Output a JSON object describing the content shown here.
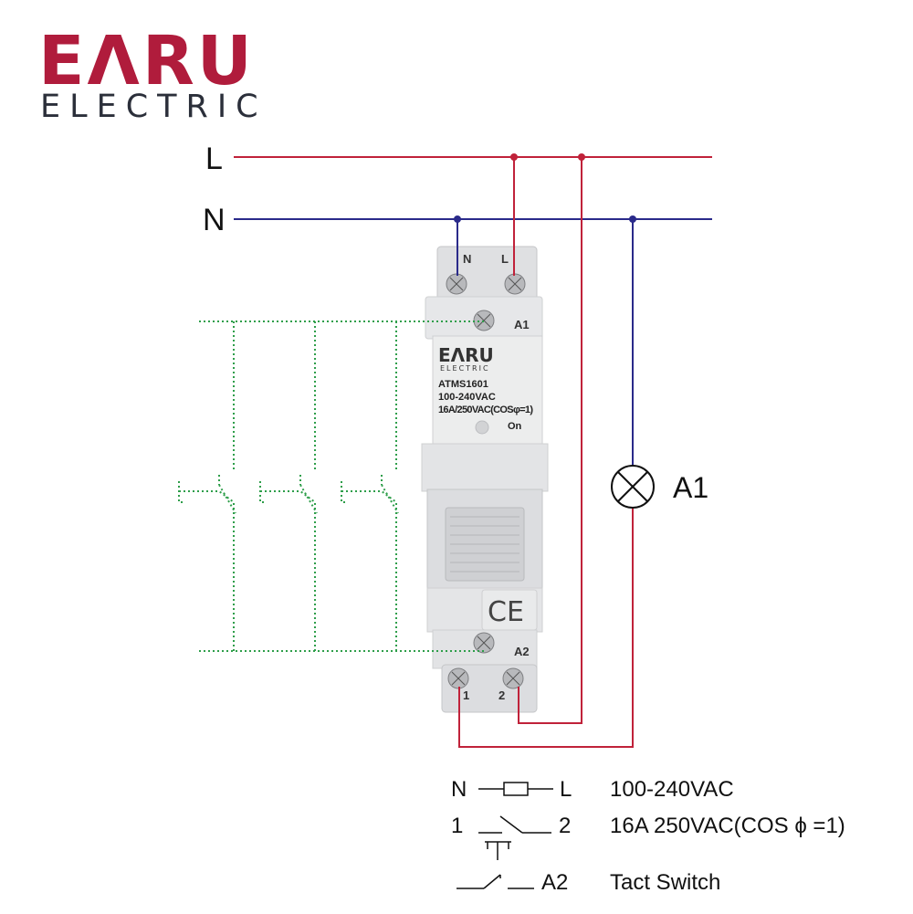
{
  "logo": {
    "brand": "EΛRU",
    "subtitle": "ELECTRIC"
  },
  "bus": {
    "line_label": "L",
    "neutral_label": "N",
    "line_color": "#c0223a",
    "neutral_color": "#2a2a8a"
  },
  "device": {
    "brand": "EΛRU",
    "brand_sub": "ELECTRIC",
    "model": "ATMS1601",
    "voltage": "100-240VAC",
    "rating": "16A/250VAC(COSφ=1)",
    "indicator_label": "On",
    "cert_mark": "CE",
    "terminals": {
      "n": "N",
      "l": "L",
      "a1": "A1",
      "a2": "A2",
      "t1": "1",
      "t2": "2"
    }
  },
  "lamp": {
    "label": "A1"
  },
  "switches": {
    "count": 3,
    "color": "#2e9e4a"
  },
  "legend": [
    {
      "symbol_left": "N",
      "symbol_right": "L",
      "text": "100-240VAC"
    },
    {
      "symbol_left": "1",
      "symbol_right": "2",
      "text": "16A 250VAC(COS ϕ =1)"
    },
    {
      "symbol_left": "",
      "symbol_right": "A2",
      "text": "Tact Switch"
    }
  ]
}
